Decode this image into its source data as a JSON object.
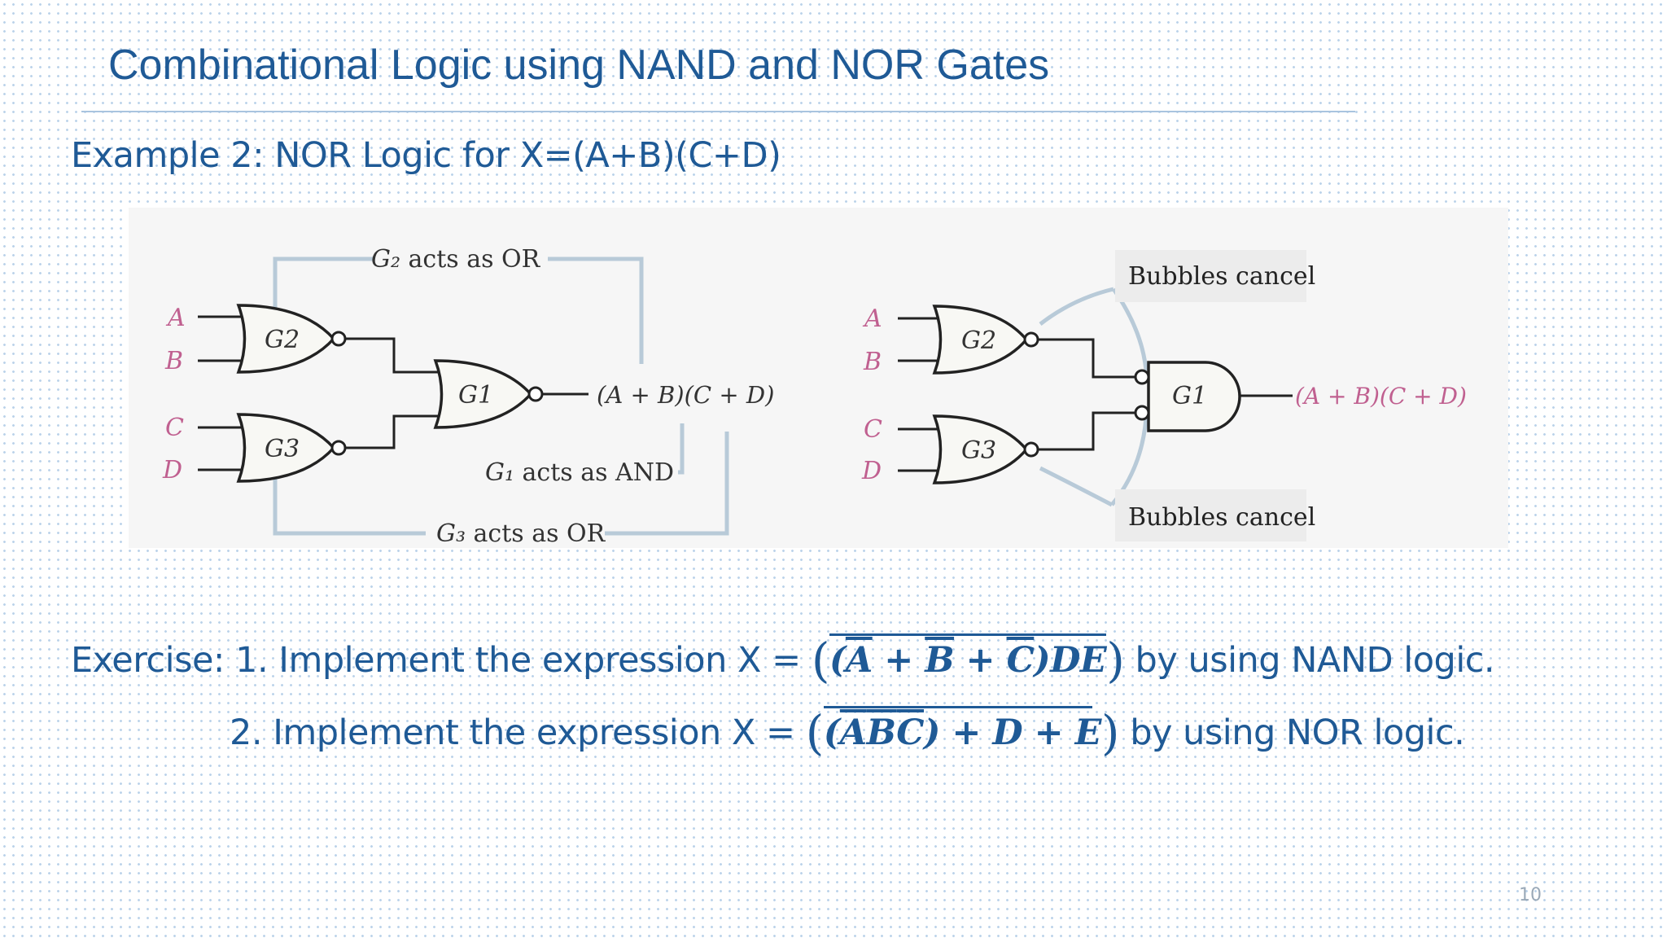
{
  "slide": {
    "title": "Combinational Logic using NAND and NOR Gates",
    "subtitle": "Example 2: NOR Logic for X=(A+B)(C+D)",
    "page_number": "10"
  },
  "figure_left": {
    "inputs": [
      "A",
      "B",
      "C",
      "D"
    ],
    "gates": [
      "G2",
      "G3",
      "G1"
    ],
    "output": "(A + B)(C + D)",
    "annotations": {
      "g2": "acts as OR",
      "g1": "acts as AND",
      "g3": "acts as OR"
    }
  },
  "figure_right": {
    "inputs": [
      "A",
      "B",
      "C",
      "D"
    ],
    "gates": [
      "G2",
      "G3",
      "G1"
    ],
    "output": "(A + B)(C + D)",
    "bubbles_top": "Bubbles cancel",
    "bubbles_bottom": "Bubbles cancel"
  },
  "exercise": {
    "line1_prefix": "Exercise: 1. Implement the expression X =",
    "line1_suffix": "by using NAND logic.",
    "line2_prefix": "2. Implement the expression X =",
    "line2_suffix": "by using NOR logic."
  }
}
